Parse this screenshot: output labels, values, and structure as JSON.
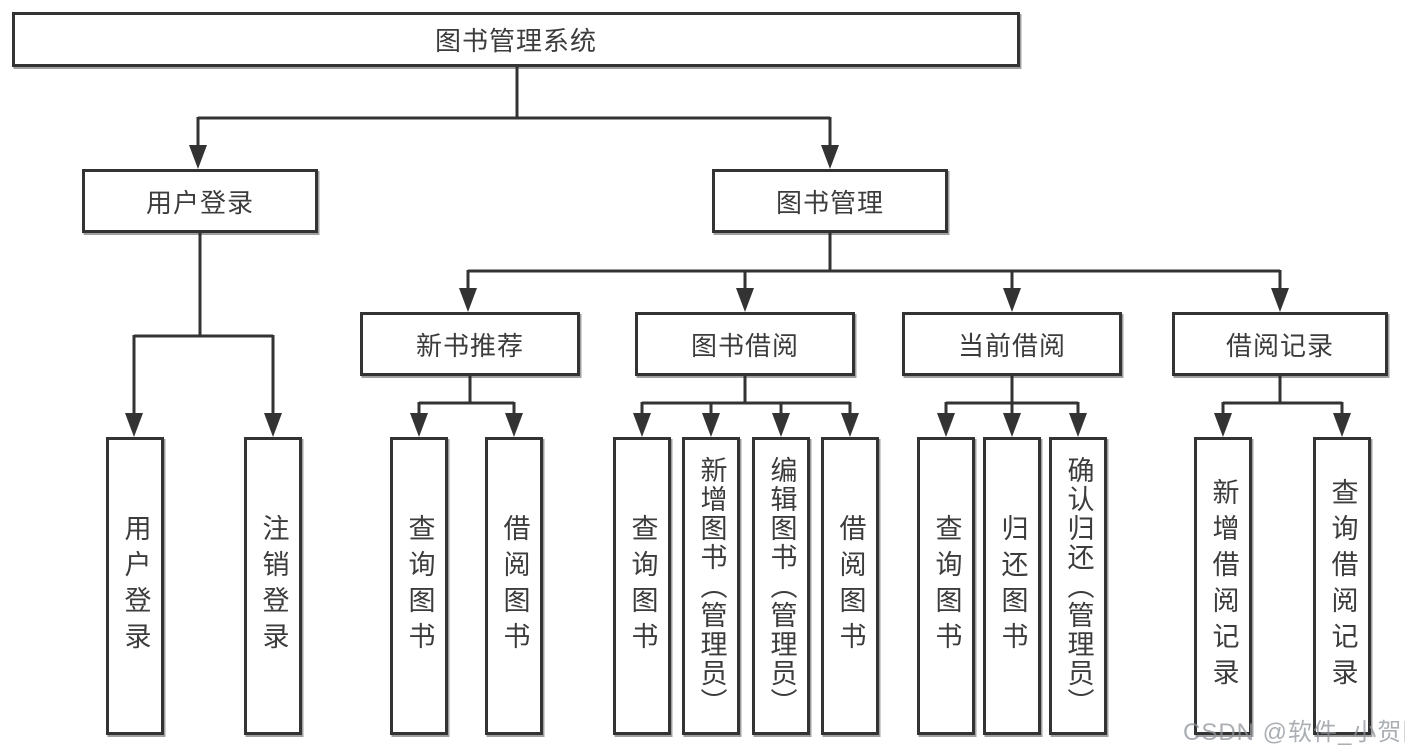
{
  "diagram_type": "tree",
  "root_label": "图书管理系统",
  "branches": {
    "user_login": {
      "label": "用户登录",
      "children": [
        {
          "label": "用户登录"
        },
        {
          "label": "注销登录"
        }
      ]
    },
    "book_management": {
      "label": "图书管理",
      "sections": [
        {
          "label": "新书推荐",
          "children": [
            {
              "label": "查询图书"
            },
            {
              "label": "借阅图书"
            }
          ]
        },
        {
          "label": "图书借阅",
          "children": [
            {
              "label": "查询图书"
            },
            {
              "label": "新增图书（管理员）"
            },
            {
              "label": "编辑图书（管理员）"
            },
            {
              "label": "借阅图书"
            }
          ]
        },
        {
          "label": "当前借阅",
          "children": [
            {
              "label": "查询图书"
            },
            {
              "label": "归还图书"
            },
            {
              "label": "确认归还（管理员）"
            }
          ]
        },
        {
          "label": "借阅记录",
          "children": [
            {
              "label": "新增借阅记录"
            },
            {
              "label": "查询借阅记录"
            }
          ]
        }
      ]
    }
  },
  "colors": {
    "line": "#333333",
    "text": "#3c3c3c",
    "watermark": "#8f959c",
    "background": "#ffffff"
  },
  "watermark": "CSDN @软件_小贺同学"
}
